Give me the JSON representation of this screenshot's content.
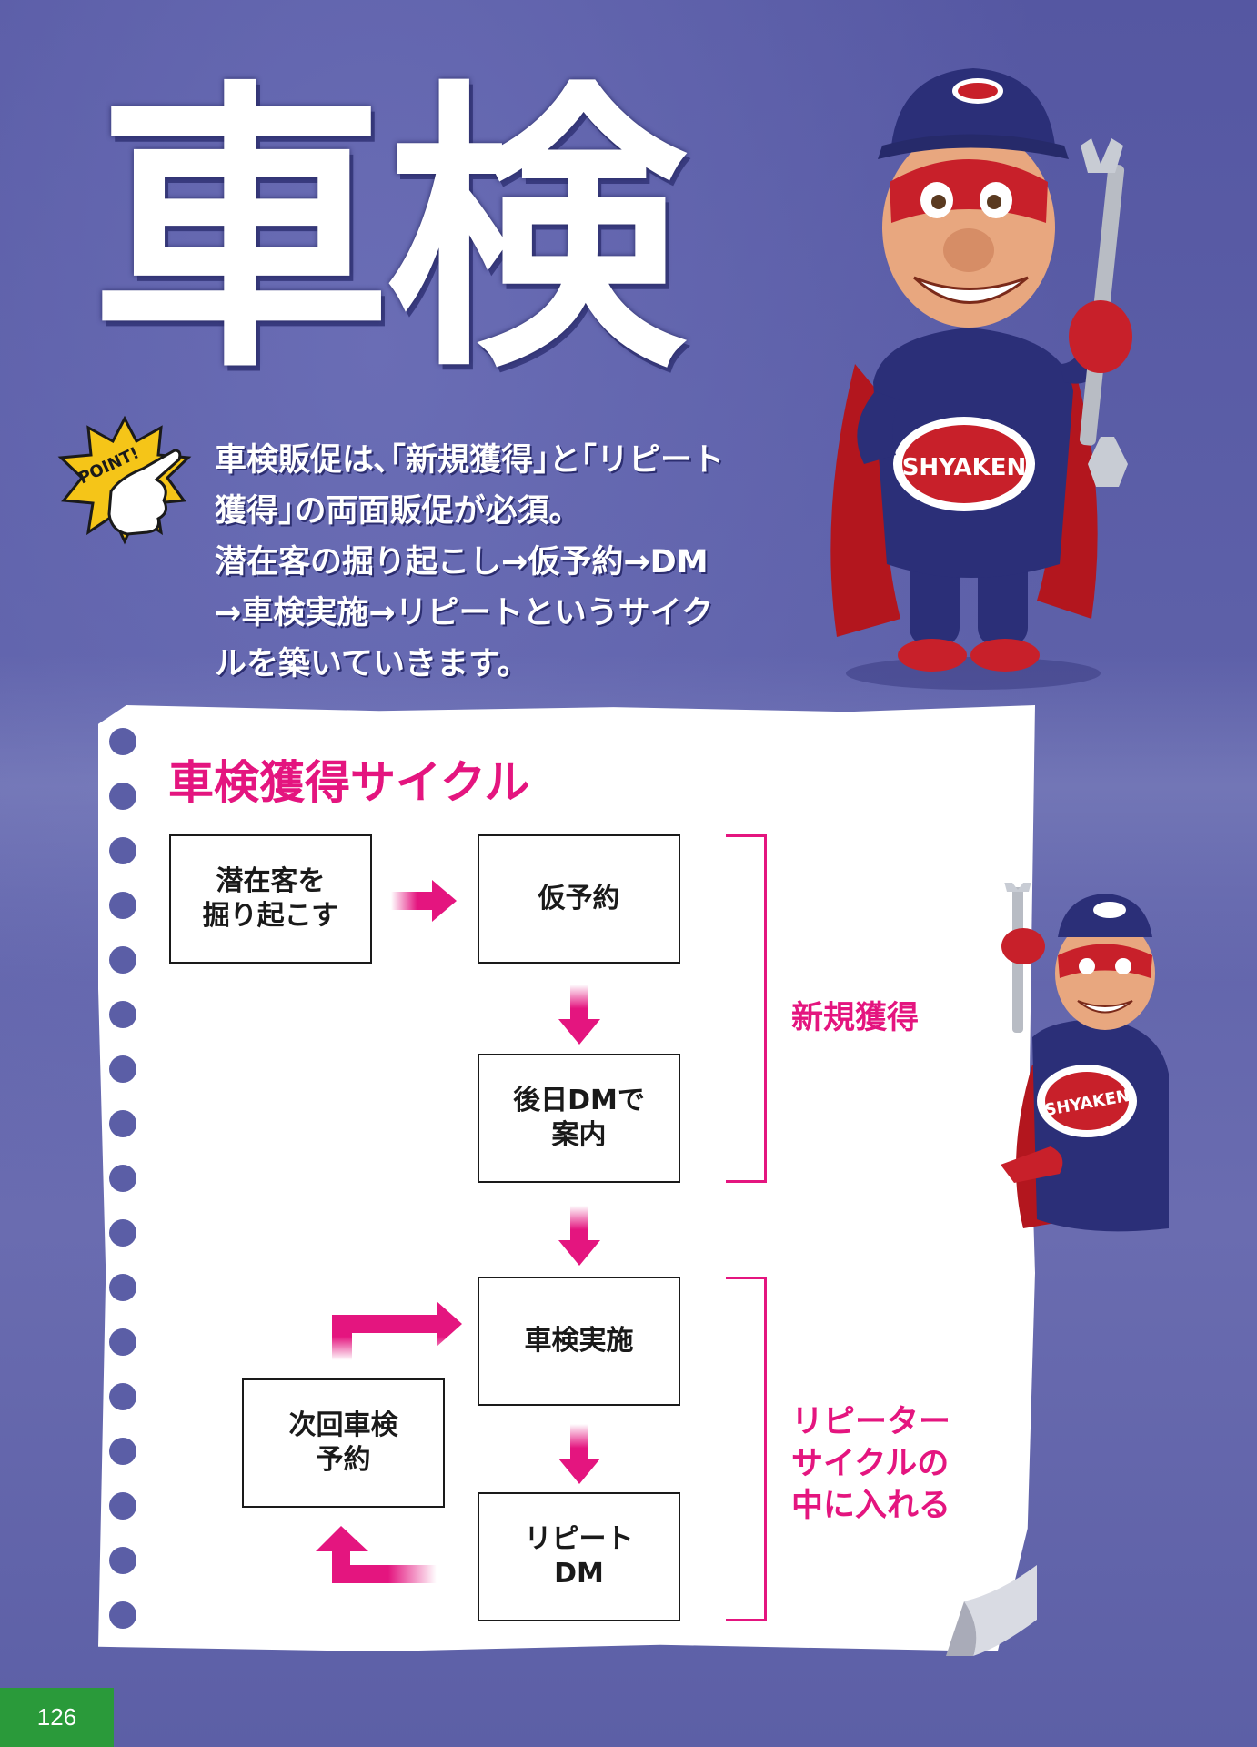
{
  "page": {
    "title": "車検",
    "badge": "POINT!",
    "lead_lines": [
      "車検販促は､｢新規獲得｣と｢リピート",
      "獲得｣の両面販促が必須。",
      "潜在客の掘り起こし→仮予約→DM",
      "→車検実施→リピートというサイク",
      "ルを築いていきます。"
    ],
    "mascot_emblem": "SHYAKEN",
    "page_number": "126"
  },
  "diagram": {
    "title": "車検獲得サイクル",
    "steps": {
      "dig": "潜在客を\n掘り起こす",
      "reserve": "仮予約",
      "dm_later": "後日DMで\n案内",
      "inspection": "車検実施",
      "repeat_dm": "リピート\nDM",
      "next_reserve": "次回車検\n予約"
    },
    "groups": {
      "new": "新規獲得",
      "repeater": "リピーター\nサイクルの\n中に入れる"
    }
  },
  "colors": {
    "accent": "#e4157f",
    "background": "#5b5ea6",
    "page_tab": "#2a9a3a",
    "mascot_red": "#c8202a",
    "mascot_navy": "#2b2f78"
  }
}
